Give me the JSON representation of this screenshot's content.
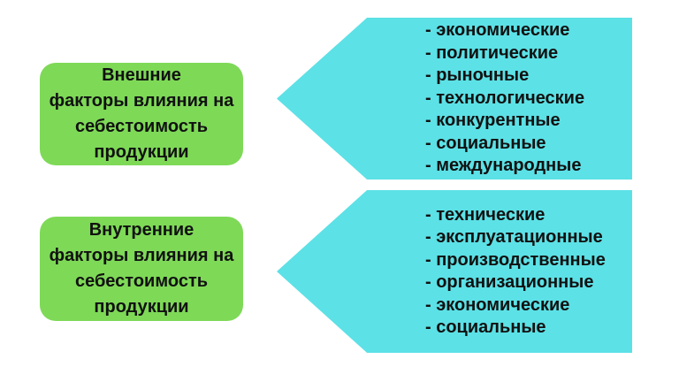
{
  "colors": {
    "box_green": "#7ed957",
    "arrow_cyan": "#5ce1e6",
    "text": "#111111",
    "page_bg": "#ffffff"
  },
  "boxes": [
    {
      "id": "external",
      "lines": [
        "Внешние",
        "факторы влияния на",
        "себестоимость",
        "продукции"
      ]
    },
    {
      "id": "internal",
      "lines": [
        "Внутренние",
        "факторы влияния на",
        "себестоимость",
        "продукции"
      ]
    }
  ],
  "arrows": [
    {
      "id": "external-factors-list",
      "items": [
        "- экономические",
        "- политические",
        "- рыночные",
        "- технологические",
        "- конкурентные",
        "- социальные",
        "- международные"
      ]
    },
    {
      "id": "internal-factors-list",
      "items": [
        "- технические",
        "- эксплуатационные",
        "- производственные",
        "- организационные",
        "- экономические",
        "- социальные"
      ]
    }
  ]
}
